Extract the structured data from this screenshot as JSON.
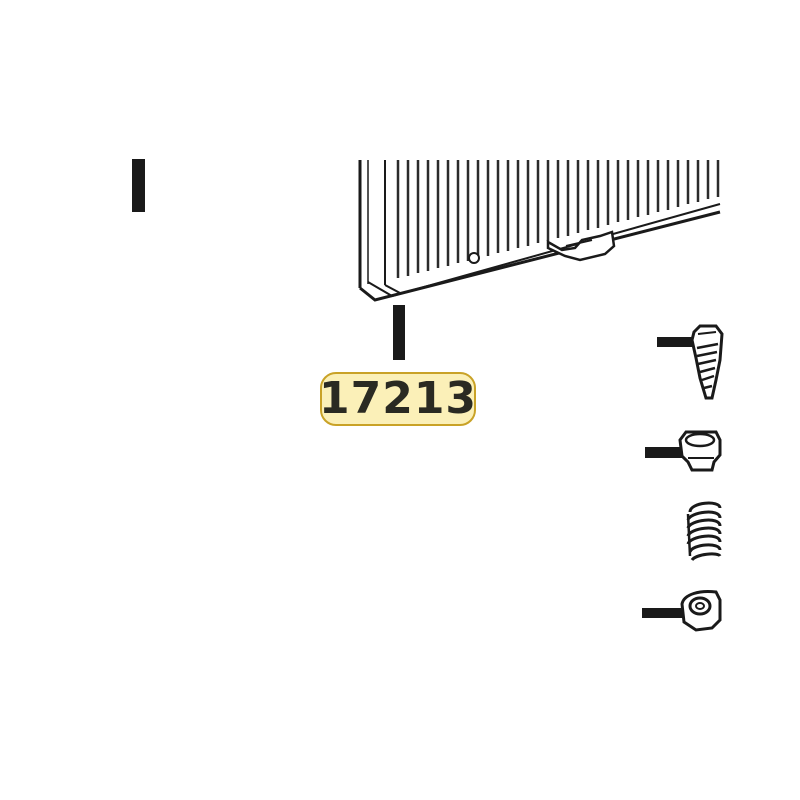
{
  "diagram": {
    "callout_label": "17213",
    "callout_fill": "#fbf0b8",
    "callout_border": "#c9a227",
    "line_color": "#1a1a1a",
    "parts": [
      "filter-element",
      "screw",
      "bushing",
      "spring",
      "grommet"
    ]
  }
}
